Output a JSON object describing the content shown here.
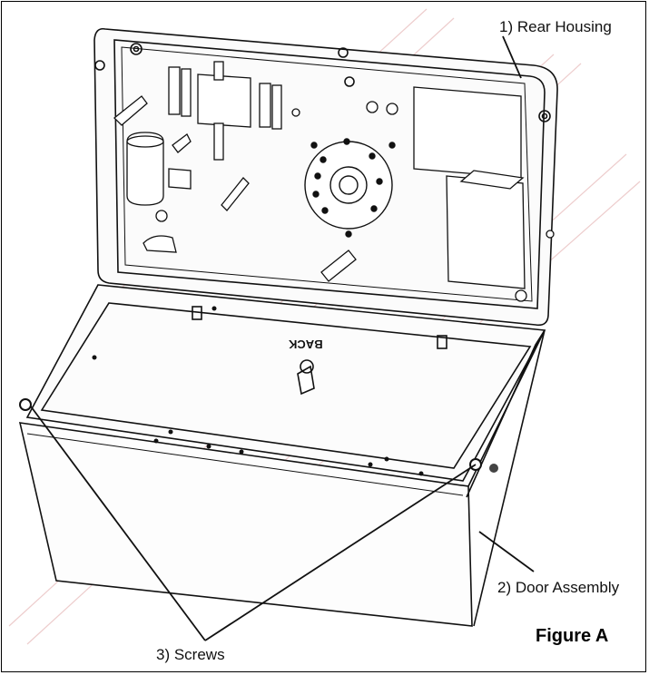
{
  "labels": {
    "rear_housing": "1) Rear Housing",
    "door_assembly": "2) Door Assembly",
    "screws": "3) Screws",
    "figure": "Figure A",
    "back_mark": "BACK"
  },
  "colors": {
    "line": "#111111",
    "watermark": "#c23a3a"
  }
}
